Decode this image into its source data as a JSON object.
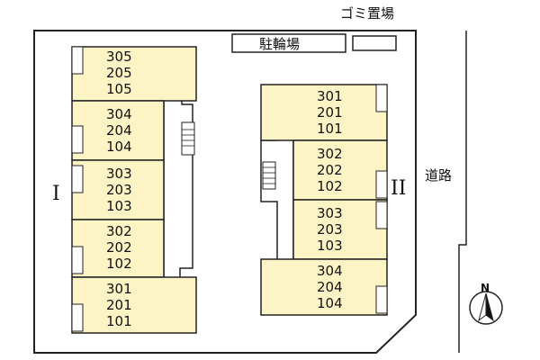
{
  "site_plan": {
    "labels": {
      "trash": "ゴミ置場",
      "bicycle": "駐輪場",
      "road": "道路",
      "north": "N"
    },
    "buildings": [
      {
        "roman": "I",
        "units": [
          [
            "305",
            "205",
            "105"
          ],
          [
            "304",
            "204",
            "104"
          ],
          [
            "303",
            "203",
            "103"
          ],
          [
            "302",
            "202",
            "102"
          ],
          [
            "301",
            "201",
            "101"
          ]
        ]
      },
      {
        "roman": "II",
        "units": [
          [
            "301",
            "201",
            "101"
          ],
          [
            "302",
            "202",
            "102"
          ],
          [
            "303",
            "203",
            "103"
          ],
          [
            "304",
            "204",
            "104"
          ]
        ]
      }
    ],
    "colors": {
      "unit_fill": "#fdf4c6",
      "background": "#ffffff",
      "lot_border": "#222222",
      "compass_fill": "#111111"
    }
  }
}
